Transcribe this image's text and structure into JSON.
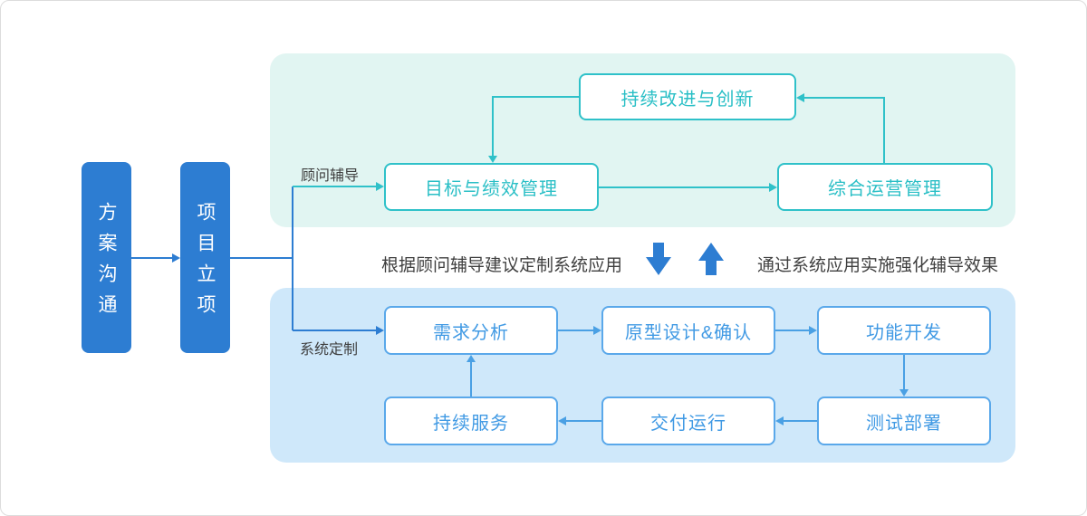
{
  "colors": {
    "primary-blue": "#2d7dd2",
    "teal": "#2fc1c9",
    "teal-text": "#2abfc6",
    "light-blue-border": "#5aa8ea",
    "light-blue-text": "#419ae4",
    "connector-light-blue": "#4aa0e4",
    "panel-teal-bg": "#e1f5f2",
    "panel-blue-bg": "#cfe8fa",
    "label-gray": "#3f3f3f",
    "canvas-border": "#dcdcdc"
  },
  "left_flow": {
    "step1": "方案沟通",
    "step2": "项目立项"
  },
  "consulting": {
    "label": "顾问辅导",
    "continuous_improvement": "持续改进与创新",
    "goal_performance": "目标与绩效管理",
    "integrated_operations": "综合运营管理"
  },
  "middle": {
    "left_text": "根据顾问辅导建议定制系统应用",
    "right_text": "通过系统应用实施强化辅导效果"
  },
  "system": {
    "label": "系统定制",
    "requirements": "需求分析",
    "prototype": "原型设计&确认",
    "development": "功能开发",
    "service": "持续服务",
    "delivery": "交付运行",
    "testing": "测试部署"
  }
}
